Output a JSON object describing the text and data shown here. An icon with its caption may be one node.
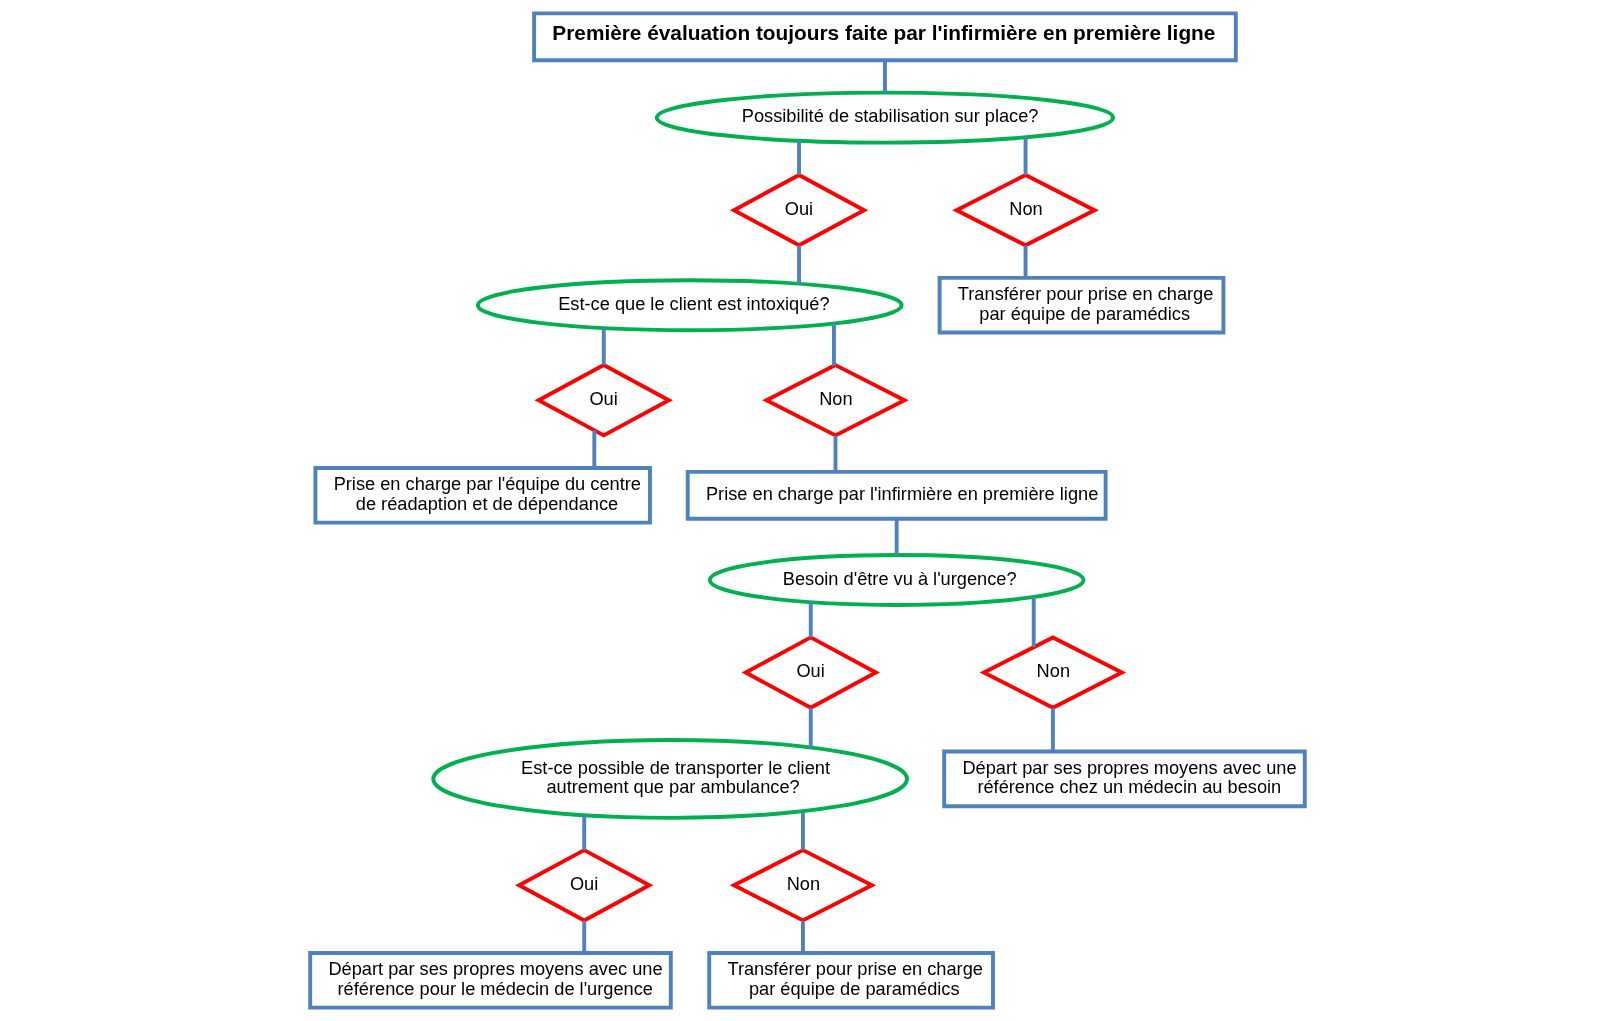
{
  "diagram": {
    "nodes": [
      {
        "text": [
          "Première évaluation toujours faite par l'infirmière en première ligne"
        ]
      },
      {
        "text": [
          "Possibilité de stabilisation sur place?"
        ]
      },
      {
        "text": [
          "Oui"
        ]
      },
      {
        "text": [
          "Non"
        ]
      },
      {
        "text": [
          "Transférer pour prise en charge par équipe de paramédics"
        ]
      },
      {
        "text": [
          "Est-ce que le client est intoxiqué?"
        ]
      },
      {
        "text": [
          "Oui"
        ]
      },
      {
        "text": [
          "Non"
        ]
      },
      {
        "text": [
          "Prise en charge par l'équipe du centre de réadaption et de dépendance"
        ]
      },
      {
        "text": [
          "Prise en charge par l'infirmière en première ligne"
        ]
      },
      {
        "text": [
          "Besoin d'être vu à l'urgence?"
        ]
      },
      {
        "text": [
          "Oui"
        ]
      },
      {
        "text": [
          "Non"
        ]
      },
      {
        "text": [
          "Est-ce possible de transporter le client autrement que par ambulance?"
        ]
      },
      {
        "text": [
          "Départ par ses propres moyens avec une référence chez un médecin au besoin"
        ]
      },
      {
        "text": [
          "Oui"
        ]
      },
      {
        "text": [
          "Non"
        ]
      },
      {
        "text": [
          "Départ par ses propres moyens avec une référence pour le médecin de l'urgence"
        ]
      },
      {
        "text": [
          "Transférer pour prise en charge par équipe de paramédics"
        ]
      }
    ],
    "edges": [
      {
        "from": 0,
        "to": 1,
        "arrow": "none"
      },
      {
        "from": 1,
        "to": 2,
        "arrow": "none"
      },
      {
        "from": 1,
        "to": 3,
        "arrow": "none"
      },
      {
        "from": 3,
        "to": 4,
        "arrow": "none"
      },
      {
        "from": 2,
        "to": 5,
        "arrow": "none"
      },
      {
        "from": 5,
        "to": 6,
        "arrow": "none"
      },
      {
        "from": 5,
        "to": 7,
        "arrow": "none"
      },
      {
        "from": 6,
        "to": 8,
        "arrow": "none"
      },
      {
        "from": 7,
        "to": 9,
        "arrow": "none"
      },
      {
        "from": 9,
        "to": 10,
        "arrow": "none"
      },
      {
        "from": 10,
        "to": 11,
        "arrow": "none"
      },
      {
        "from": 10,
        "to": 12,
        "arrow": "none"
      },
      {
        "from": 11,
        "to": 13,
        "arrow": "none"
      },
      {
        "from": 12,
        "to": 14,
        "arrow": "none"
      },
      {
        "from": 13,
        "to": 15,
        "arrow": "none"
      },
      {
        "from": 13,
        "to": 16,
        "arrow": "none"
      },
      {
        "from": 15,
        "to": 17,
        "arrow": "none"
      },
      {
        "from": 16,
        "to": 18,
        "arrow": "none"
      }
    ]
  }
}
